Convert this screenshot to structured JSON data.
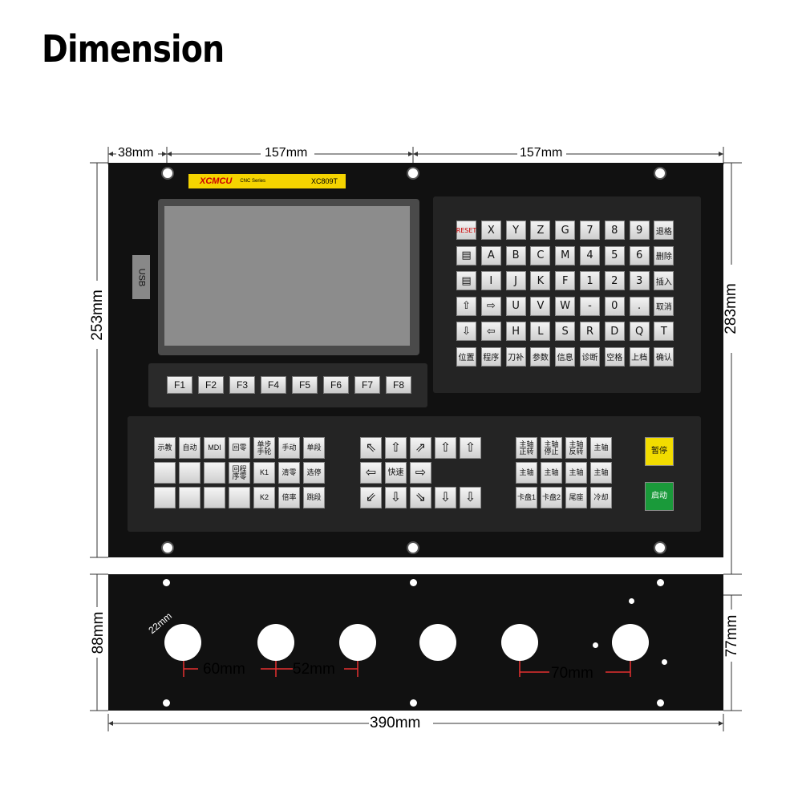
{
  "title": "Dimension",
  "dimensions": {
    "top_left": "38mm",
    "top_mid": "157mm",
    "top_right": "157mm",
    "left_height": "253mm",
    "right_height": "283mm",
    "lower_left": "88mm",
    "lower_right": "77mm",
    "hole_dia": "22mm",
    "spacing_1": "60mm",
    "spacing_2": "52mm",
    "spacing_3": "70mm",
    "width": "390mm"
  },
  "panel": {
    "brand": "XCMCU",
    "series": "CNC Series",
    "model": "XC809T",
    "usb_label": "USB"
  },
  "function_keys": [
    "F1",
    "F2",
    "F3",
    "F4",
    "F5",
    "F6",
    "F7",
    "F8"
  ],
  "keyboard_rows": [
    [
      "RESET",
      "X",
      "Y",
      "Z",
      "G",
      "7",
      "8",
      "9",
      "退格"
    ],
    [
      "▤",
      "A",
      "B",
      "C",
      "M",
      "4",
      "5",
      "6",
      "删除"
    ],
    [
      "▤",
      "I",
      "J",
      "K",
      "F",
      "1",
      "2",
      "3",
      "插入"
    ],
    [
      "⇧",
      "⇨",
      "U",
      "V",
      "W",
      "-",
      "0",
      ".",
      "取消"
    ],
    [
      "⇩",
      "⇦",
      "H",
      "L",
      "S",
      "R",
      "D",
      "Q",
      "T"
    ],
    [
      "位置",
      "程序",
      "刀补",
      "参数",
      "信息",
      "诊断",
      "空格",
      "上档",
      "确认"
    ]
  ],
  "mode_keys": [
    [
      "示教",
      "自动",
      "MDI",
      "回零",
      "单步手轮",
      "手动",
      "单段"
    ],
    [
      "",
      "",
      "",
      "回程序零",
      "K1",
      "清零",
      "选停"
    ],
    [
      "",
      "",
      "",
      "",
      "K2",
      "倍率",
      "跳段"
    ]
  ],
  "jog_keys": [
    [
      "⇖",
      "⇧",
      "⇗",
      "⇧",
      "⇧"
    ],
    [
      "⇦",
      "快速",
      "⇨"
    ],
    [
      "⇙",
      "⇩",
      "⇘",
      "⇩",
      "⇩"
    ]
  ],
  "spindle_keys": [
    [
      "主轴正转",
      "主轴停止",
      "主轴反转",
      "主轴"
    ],
    [
      "主轴",
      "主轴",
      "主轴",
      "主轴"
    ],
    [
      "卡盘1",
      "卡盘2",
      "尾座",
      "冷却"
    ]
  ],
  "cycle_keys": {
    "pause": "暂停",
    "start": "启动"
  }
}
